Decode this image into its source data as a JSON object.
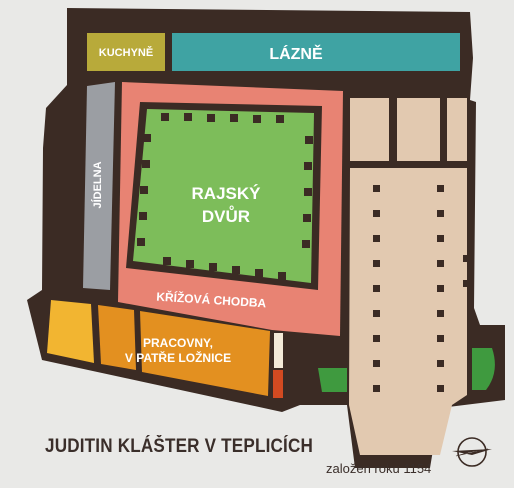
{
  "title": "JUDITIN KLÁŠTER V TEPLICÍCH",
  "subtitle": "založen roku 1154",
  "rooms": {
    "kitchen": "KUCHYNĚ",
    "baths": "LÁZNĚ",
    "refectory": "JÍDELNA",
    "courtyard_line1": "RAJSKÝ",
    "courtyard_line2": "DVŮR",
    "cloister": "KŘÍŽOVÁ CHODBA",
    "workrooms_line1": "PRACOVNY,",
    "workrooms_line2": "V PATŘE LOŽNICE"
  },
  "colors": {
    "wall": "#3b2b24",
    "kitchen": "#b8aa3a",
    "baths": "#3fa3a3",
    "refectory": "#9b9ea3",
    "cloister": "#e88373",
    "courtyard": "#7dbd5a",
    "workrooms_dark": "#e39020",
    "workrooms_light": "#f2b531",
    "church": "#e2c9b0",
    "apse": "#3f9a3f",
    "accent_red": "#d24a21"
  },
  "icons": [
    "compass-rose-icon"
  ]
}
